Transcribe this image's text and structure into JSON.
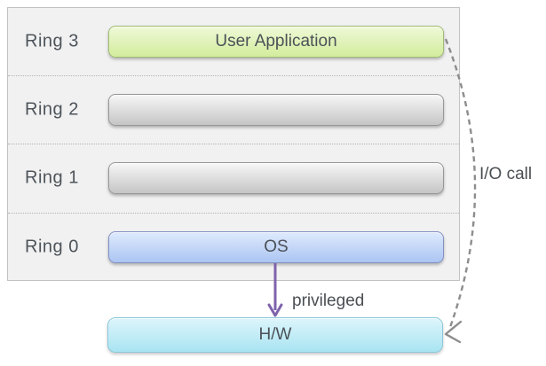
{
  "rings": [
    {
      "label": "Ring 3",
      "box_label": "User Application"
    },
    {
      "label": "Ring 2",
      "box_label": ""
    },
    {
      "label": "Ring 1",
      "box_label": ""
    },
    {
      "label": "Ring 0",
      "box_label": "OS"
    }
  ],
  "hardware": {
    "label": "H/W"
  },
  "annotations": {
    "privileged": "privileged",
    "io_call": "I/O call"
  },
  "colors": {
    "container_bg": "#f1f1f1",
    "container_border": "#c2c2c2",
    "green_box": "#d3ec9c",
    "gray_box": "#c5c5c5",
    "blue_box": "#abc5f2",
    "cyan_box": "#a9e4f2",
    "privileged_arrow": "#7e63ac",
    "io_call_arrow": "#8d8d8d",
    "label_text": "#4d545a"
  }
}
